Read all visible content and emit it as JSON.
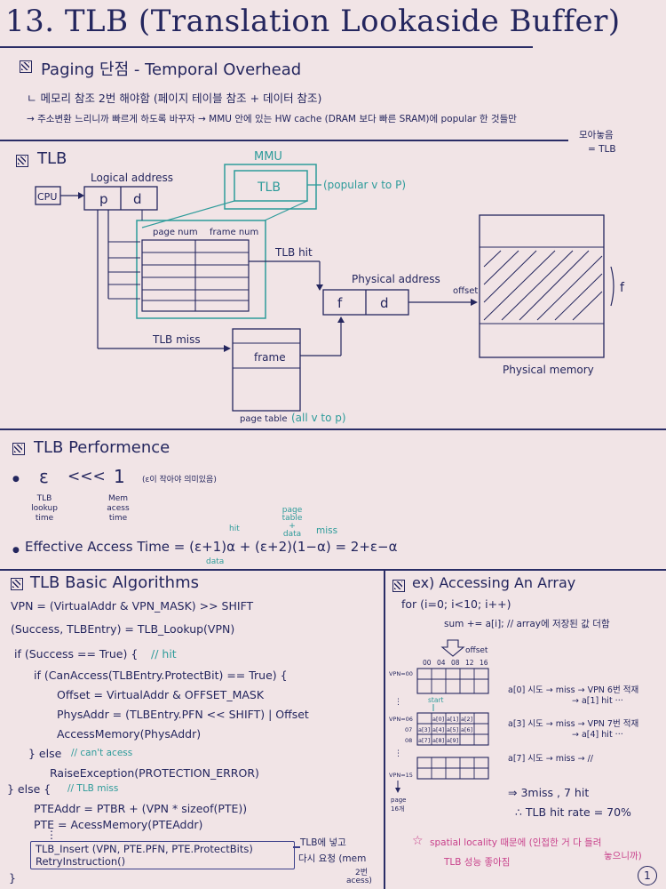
{
  "title": "13. TLB (Translation Lookaside Buffer)",
  "paging": {
    "heading": "Paging 단점 - Temporal Overhead",
    "line1": "ㄴ 메모리 참조 2번 해야함 (페이지 테이블 참조 + 데이터 참조)",
    "line2": "→ 주소변환 느리니까 빠르게 하도록 바꾸자 → MMU 안에 있는 HW cache (DRAM 보다 빠른 SRAM)에 popular 한 것들만",
    "line3a": "모아놓음",
    "line3b": "= TLB"
  },
  "tlb": {
    "heading": "TLB",
    "logical_address": "Logical address",
    "cpu": "CPU",
    "p": "p",
    "d": "d",
    "mmu": "MMU",
    "tlb_box": "TLB",
    "popular": "(popular v to P)",
    "page_num": "page num",
    "frame_num": "frame num",
    "tlb_hit": "TLB hit",
    "physical_address": "Physical address",
    "f": "f",
    "offset": "offset",
    "f_right": "f",
    "tlb_miss": "TLB miss",
    "frame": "frame",
    "page_table": "page table",
    "all_vtop": "(all v to p)",
    "physical_memory": "Physical memory"
  },
  "perf": {
    "heading": "TLB Performence",
    "epsilon": "ε",
    "lll": "<<<",
    "one": "1",
    "note": "(ε이 작아야 의미있음)",
    "tlb_lookup": "TLB lookup time",
    "mem_access": "Mem acess time",
    "hit": "hit",
    "page_table_data": "page table + data",
    "miss": "miss",
    "data": "data",
    "eat": "Effective Access Time  =  (ε+1)α + (ε+2)(1−α)  =  2+ε−α"
  },
  "algo": {
    "heading": "TLB Basic Algorithms",
    "lines": [
      "VPN = (VirtualAddr & VPN_MASK) >> SHIFT",
      "(Success, TLBEntry) = TLB_Lookup(VPN)",
      "if (Success == True) {",
      "if (CanAccess(TLBEntry.ProtectBit) == True) {",
      "Offset = VirtualAddr & OFFSET_MASK",
      "PhysAddr = (TLBEntry.PFN << SHIFT) | Offset",
      "AccessMemory(PhysAddr)",
      "} else",
      "RaiseException(PROTECTION_ERROR)",
      "} else {",
      "PTEAddr = PTBR + (VPN * sizeof(PTE))",
      "PTE = AcessMemory(PTEAddr)",
      "TLB_Insert (VPN, PTE.PFN, PTE.ProtectBits)",
      "RetryInstruction()",
      "}"
    ],
    "hit_comment": "// hit",
    "cant_access": "// can't acess",
    "tlb_miss_comment": "// TLB miss",
    "dots": "⋮",
    "note1": "TLB에 넣고",
    "note2": "다시 요청 (mem",
    "note3": "2번",
    "note4": "acess)"
  },
  "ex": {
    "heading": "ex) Accessing An Array",
    "for_line": "for (i=0; i<10; i++)",
    "sum_line": "sum += a[i];  // array에 저장된 값 더함",
    "offset": "offset",
    "col_offsets": [
      "00",
      "04",
      "08",
      "12",
      "16"
    ],
    "vpn_labels": [
      "VPN=00",
      "VPN=06",
      "07",
      "08",
      "VPN=15"
    ],
    "start": "start",
    "cells": [
      "a[0]",
      "a[1]",
      "a[2]",
      "a[3]",
      "a[4]",
      "a[5]",
      "a[6]",
      "a[7]",
      "a[8]",
      "a[9]"
    ],
    "page": "page",
    "page_num": "16개",
    "note_a0a": "a[0] 시도 → miss → VPN 6번 적재",
    "note_a0b": "→ a[1] hit ···",
    "note_a3a": "a[3] 시도 → miss → VPN 7번 적재",
    "note_a3b": "→ a[4] hit ···",
    "note_a7": "a[7] 시도 → miss → //",
    "result": "⇒ 3miss , 7 hit",
    "rate": "∴ TLB hit rate = 70%",
    "star": "☆",
    "spatial1": "spatial locality 때문에 (인접한 거 다 들려",
    "spatial1b": "놓으니까)",
    "spatial2": "TLB 성능 좋아짐"
  },
  "page_number": "1"
}
